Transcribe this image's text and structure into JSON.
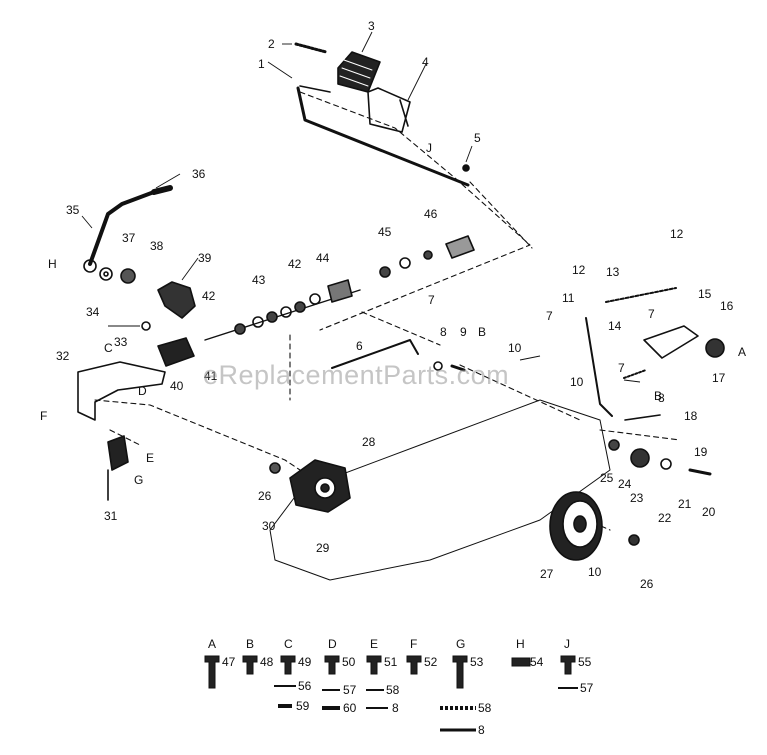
{
  "diagram": {
    "watermark": "eReplacementParts.com",
    "callouts": {
      "c1": "1",
      "c2": "2",
      "c3": "3",
      "c4": "4",
      "c5": "5",
      "c6": "6",
      "c7a": "7",
      "c7b": "7",
      "c7c": "7",
      "c7d": "7",
      "c8a": "8",
      "c8b": "8",
      "c9": "9",
      "c10a": "10",
      "c10b": "10",
      "c10c": "10",
      "c11": "11",
      "c12a": "12",
      "c12b": "12",
      "c13": "13",
      "c14": "14",
      "c15": "15",
      "c16": "16",
      "c17": "17",
      "c18": "18",
      "c19": "19",
      "c20": "20",
      "c21": "21",
      "c22": "22",
      "c23": "23",
      "c24": "24",
      "c25": "25",
      "c26a": "26",
      "c26b": "26",
      "c27": "27",
      "c28": "28",
      "c29": "29",
      "c30": "30",
      "c31": "31",
      "c32": "32",
      "c33": "33",
      "c34": "34",
      "c35": "35",
      "c36": "36",
      "c37": "37",
      "c38": "38",
      "c39": "39",
      "c40": "40",
      "c41": "41",
      "c42a": "42",
      "c42b": "42",
      "c43": "43",
      "c44": "44",
      "c45": "45",
      "c46": "46",
      "lA": "A",
      "lB": "B",
      "lC": "C",
      "lD": "D",
      "lE": "E",
      "lF": "F",
      "lG": "G",
      "lH": "H",
      "lJ": "J"
    },
    "hardware_key": {
      "letters": [
        "A",
        "B",
        "C",
        "D",
        "E",
        "F",
        "G",
        "H",
        "J"
      ],
      "parts": [
        "47",
        "48",
        "49",
        "50",
        "51",
        "52",
        "53",
        "54",
        "55"
      ],
      "extras": {
        "c56": "56",
        "c59": "59",
        "c57a": "57",
        "c60": "60",
        "c58a": "58",
        "c8a": "8",
        "c58b": "58",
        "c8b": "8",
        "c57b": "57"
      }
    }
  }
}
